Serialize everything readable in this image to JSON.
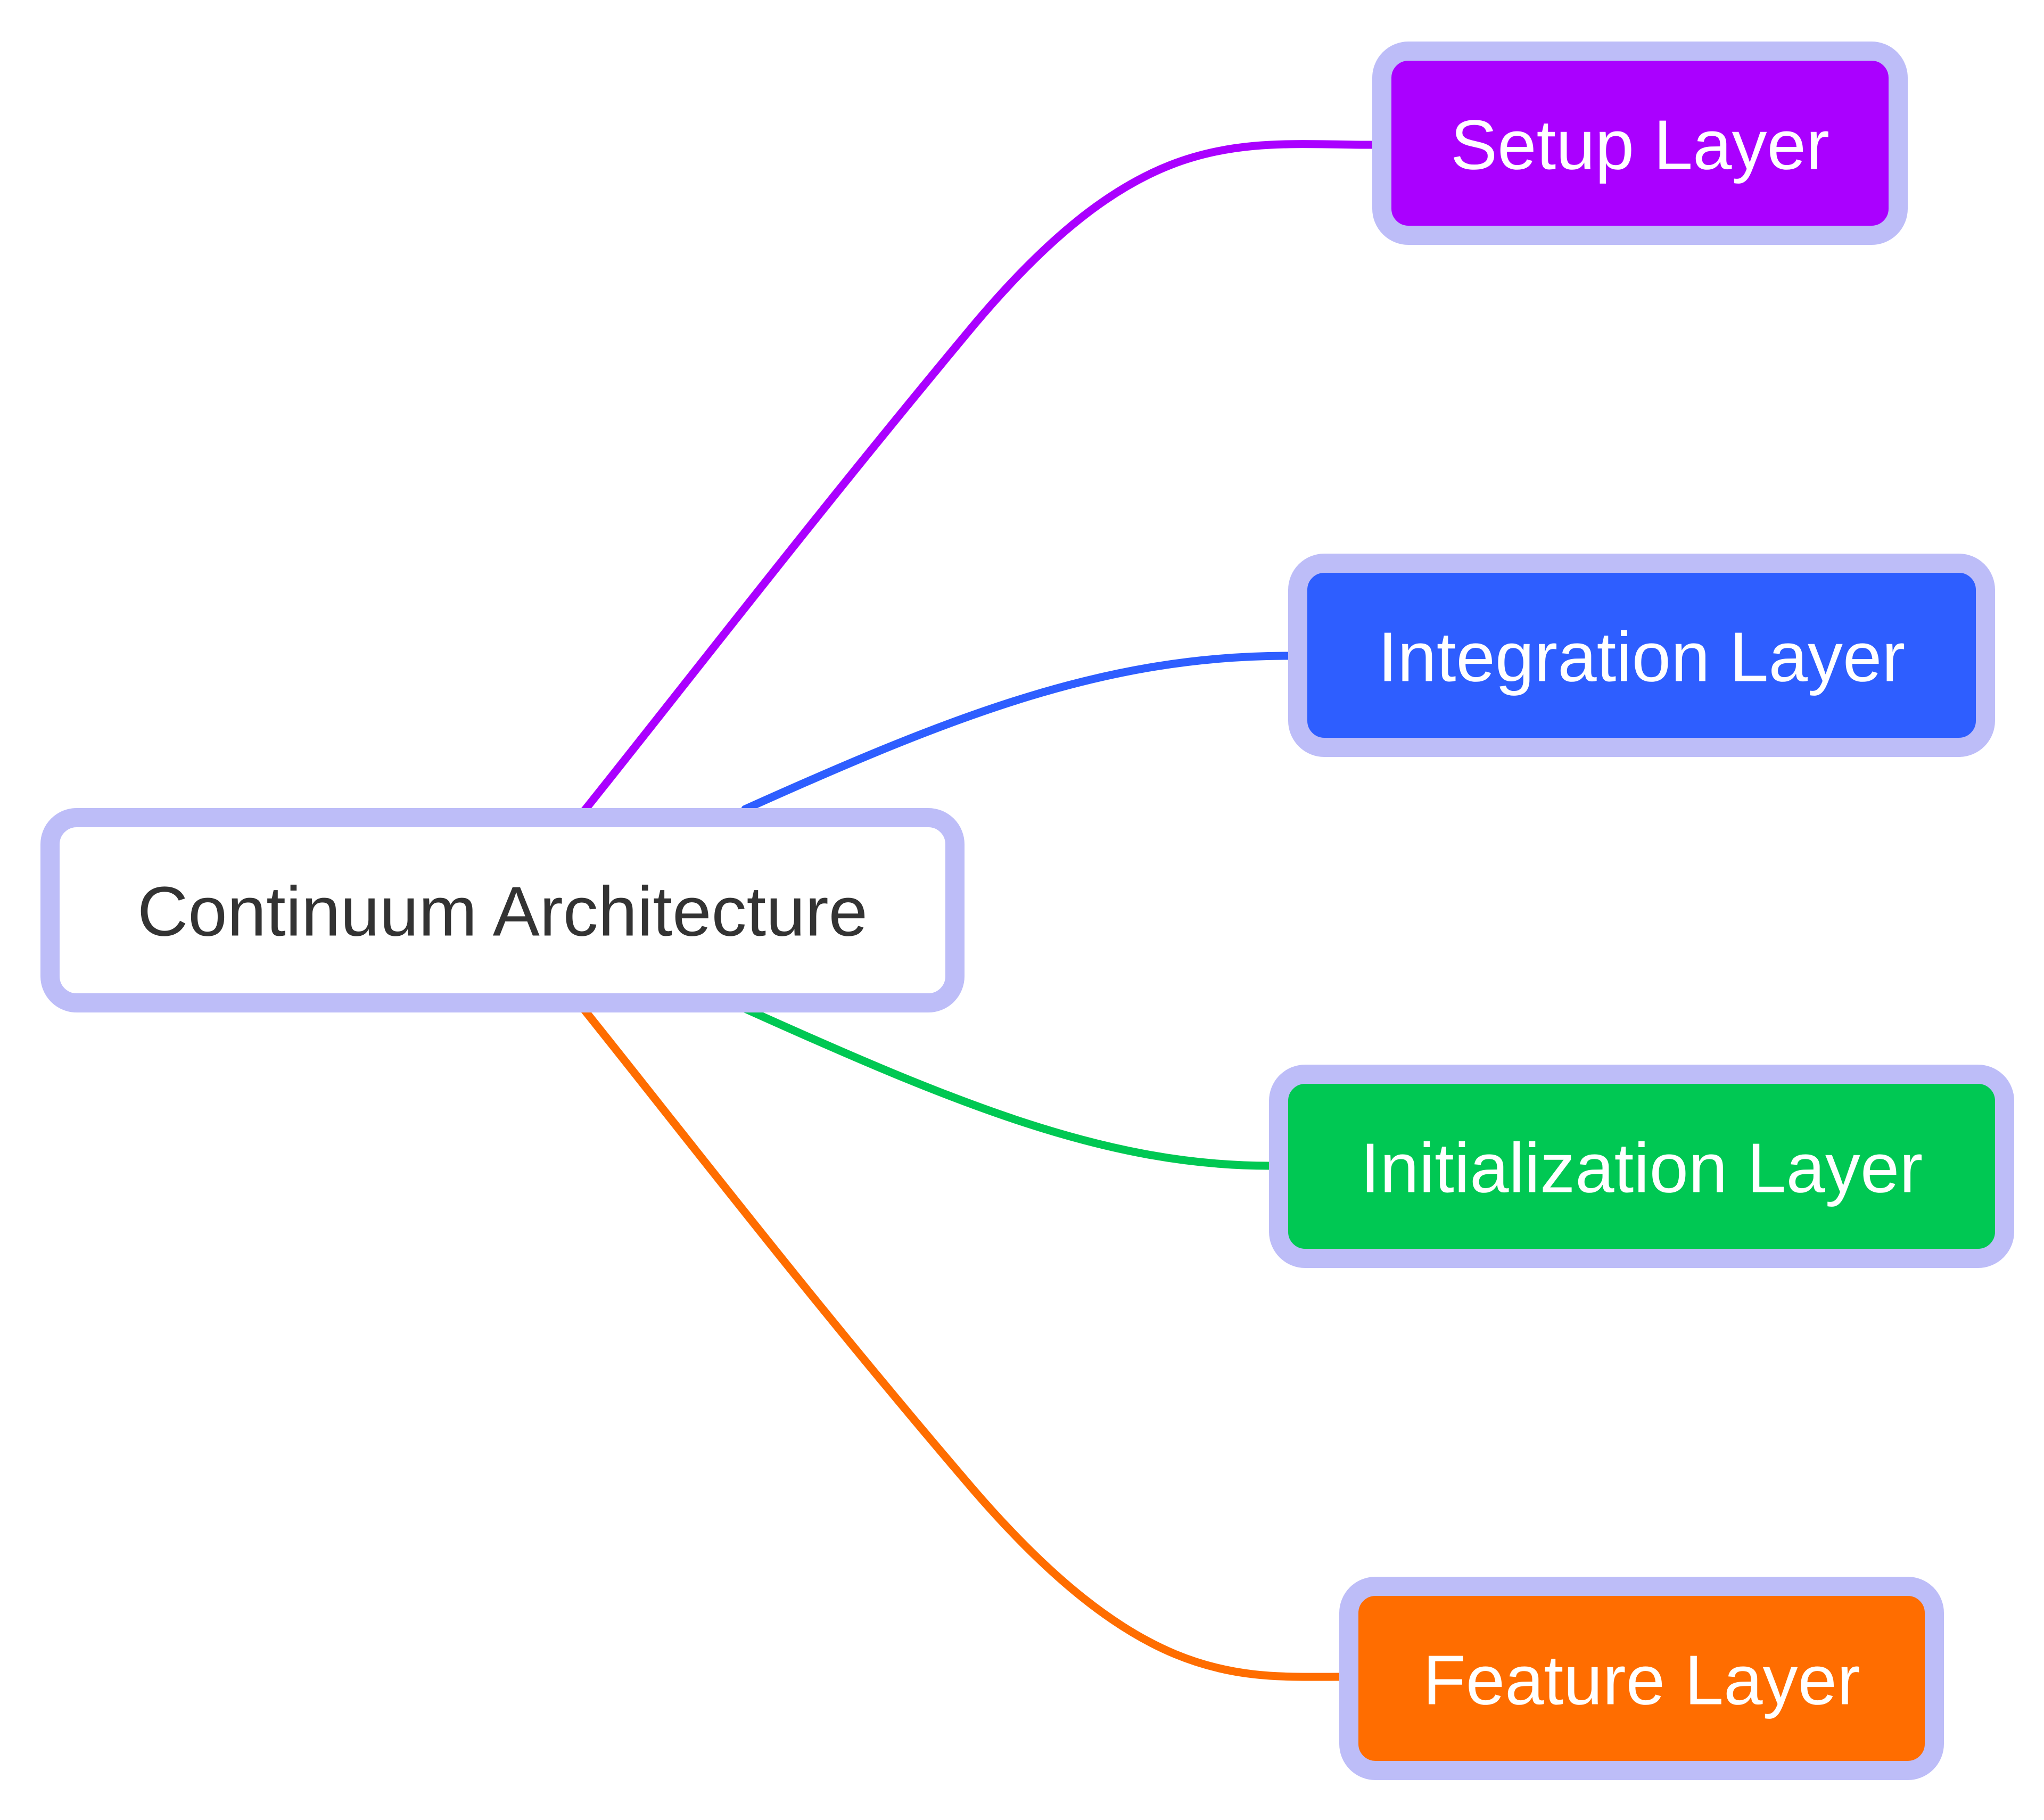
{
  "diagram": {
    "type": "mindmap",
    "root": {
      "id": "root",
      "label": "Continuum Architecture",
      "fill": "#ffffff",
      "border": "#bdbdf8",
      "text_color": "#333333"
    },
    "children": [
      {
        "id": "setup",
        "label": "Setup Layer",
        "fill": "#aa00ff",
        "border": "#bdbdf8",
        "text_color": "#ffffff",
        "edge_color": "#aa00ff"
      },
      {
        "id": "integration",
        "label": "Integration Layer",
        "fill": "#2e5eff",
        "border": "#bdbdf8",
        "text_color": "#ffffff",
        "edge_color": "#2e5eff"
      },
      {
        "id": "initialization",
        "label": "Initialization Layer",
        "fill": "#00c853",
        "border": "#bdbdf8",
        "text_color": "#ffffff",
        "edge_color": "#00c853"
      },
      {
        "id": "feature",
        "label": "Feature Layer",
        "fill": "#ff6d00",
        "border": "#bdbdf8",
        "text_color": "#ffffff",
        "edge_color": "#ff6d00"
      }
    ]
  }
}
